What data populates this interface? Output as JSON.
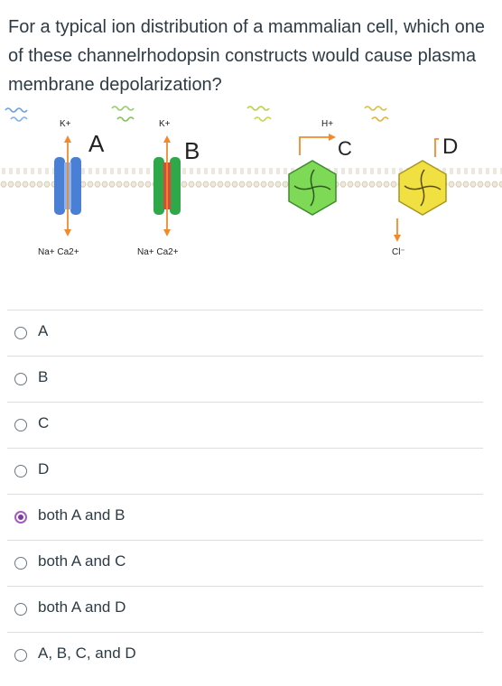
{
  "question": {
    "text": "For a typical ion distribution of a mammalian cell, which one of these channelrhodopsin constructs would cause plasma membrane depolarization?"
  },
  "figure": {
    "labels": {
      "a": "A",
      "b": "B",
      "c": "C",
      "d": "D"
    },
    "ions": {
      "a_top": "K+",
      "a_bottom": "Na+ Ca2+",
      "b_top": "K+",
      "b_bottom": "Na+ Ca2+",
      "c_top": "H+",
      "d_bottom": "Cl⁻"
    },
    "colors": {
      "channel_a": "#4a7fd6",
      "channel_b": "#2fa84a",
      "pump_c": "#7ed957",
      "pump_d": "#f0e042",
      "membrane": "#e9e3d3",
      "arrow": "#f08a2c",
      "light": "#c9c84a"
    }
  },
  "choices": [
    {
      "label": "A",
      "selected": false
    },
    {
      "label": "B",
      "selected": false
    },
    {
      "label": "C",
      "selected": false
    },
    {
      "label": "D",
      "selected": false
    },
    {
      "label": "both A and B",
      "selected": true
    },
    {
      "label": "both A and C",
      "selected": false
    },
    {
      "label": "both A and D",
      "selected": false
    },
    {
      "label": "A, B, C, and D",
      "selected": false
    }
  ]
}
